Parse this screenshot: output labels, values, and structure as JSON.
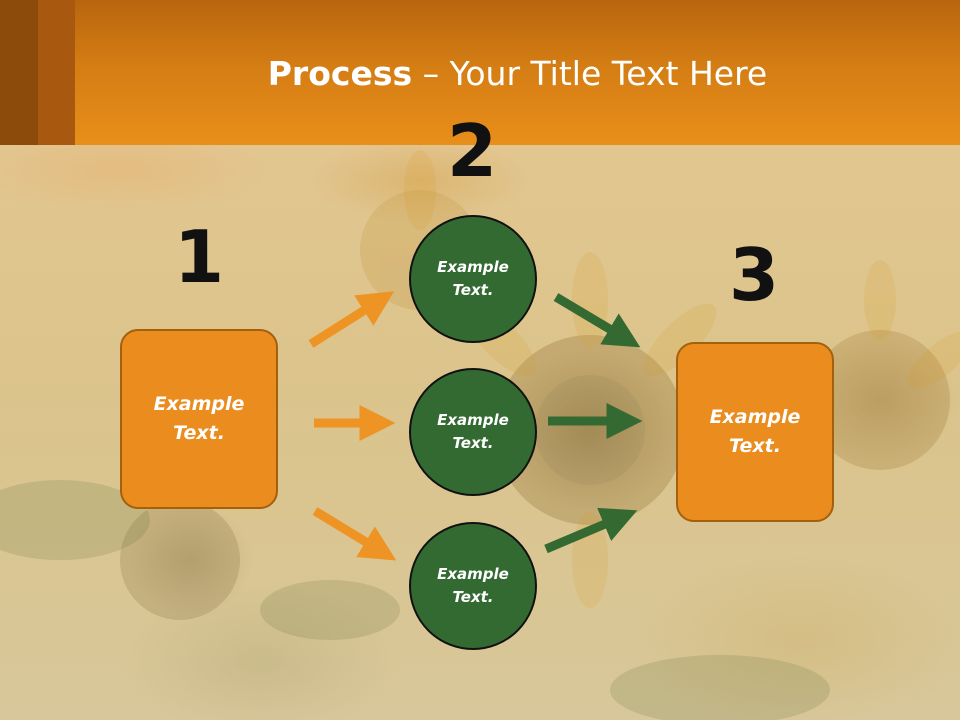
{
  "slide": {
    "title_bold": "Process",
    "title_rest": " – Your Title Text Here"
  },
  "steps": {
    "one": "1",
    "two": "2",
    "three": "3"
  },
  "nodes": {
    "left_box": "Example Text.",
    "right_box": "Example Text.",
    "circle_top": "Example Text.",
    "circle_middle": "Example Text.",
    "circle_bottom": "Example Text."
  },
  "colors": {
    "header_orange": "#e88e1a",
    "box_orange": "#ea8c1e",
    "circle_green": "#336a32",
    "arrow_orange": "#ee9424",
    "arrow_green": "#346a32"
  },
  "icons": {
    "arrow": "arrow-icon"
  }
}
